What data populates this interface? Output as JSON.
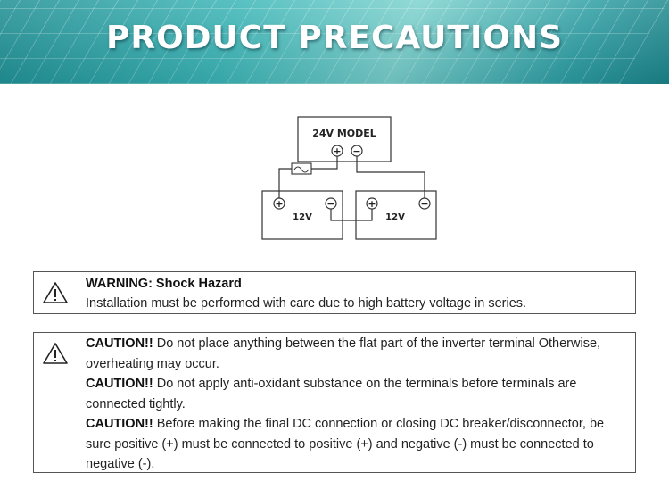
{
  "banner": {
    "title": "PRODUCT PRECAUTIONS"
  },
  "diagram": {
    "inverter_label": "24V MODEL",
    "battery_left_label": "12V",
    "battery_right_label": "12V",
    "plus": "+",
    "minus": "−"
  },
  "warning": {
    "heading": "WARNING: Shock Hazard",
    "text": "Installation must be performed with care due to high battery voltage in series."
  },
  "caution": {
    "items": [
      {
        "label": "CAUTION!!",
        "text": " Do not place anything between the flat part of the inverter terminal Otherwise, overheating may occur."
      },
      {
        "label": "CAUTION!!",
        "text": " Do not apply anti-oxidant substance on the terminals before terminals are connected tightly."
      },
      {
        "label": "CAUTION!!",
        "text": " Before making the final DC connection or closing DC breaker/disconnector, be sure positive (+) must be connected to positive (+) and negative (-) must be connected to  negative (-)."
      }
    ]
  },
  "icons": {
    "warning": "warning-triangle-icon",
    "fuse": "fuse-icon"
  }
}
